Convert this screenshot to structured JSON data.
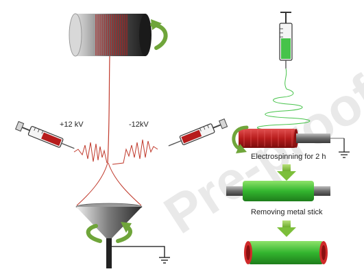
{
  "left_panel": {
    "voltage_positive": "+12 kV",
    "voltage_negative": "-12kV"
  },
  "right_panel": {
    "step1": "Electrospinning for 2 h",
    "step2": "Removing metal stick"
  },
  "watermark": "Pre-proof",
  "colors": {
    "fiber": "#c0392b",
    "spool_red": "#b51e1e",
    "rotation_arrow": "#6fa53a",
    "green_fiber": "#46c34a",
    "stick_green": "#3fbf3f",
    "process_arrow": "#8cc63f"
  }
}
